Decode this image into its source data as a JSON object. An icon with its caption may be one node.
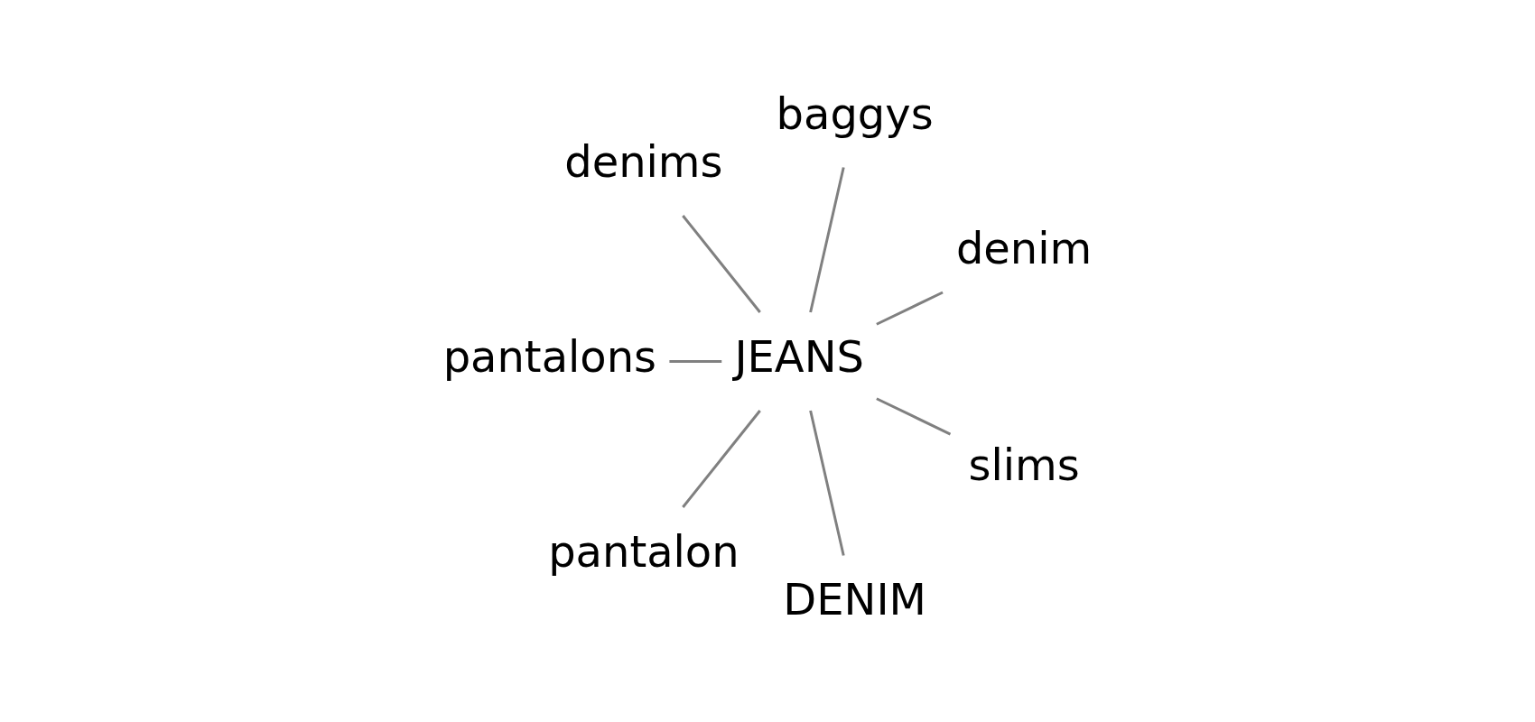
{
  "diagram": {
    "nodes": [
      {
        "text": [
          "denim"
        ]
      },
      {
        "text": [
          "baggys"
        ]
      },
      {
        "text": [
          "denims"
        ]
      },
      {
        "text": [
          "pantalons"
        ]
      },
      {
        "text": [
          "JEANS"
        ]
      },
      {
        "text": [
          "pantalon"
        ]
      },
      {
        "text": [
          "DENIM"
        ]
      },
      {
        "text": [
          "slims"
        ]
      }
    ],
    "edges": [
      {
        "from": 4,
        "to": 0,
        "arrow": "none"
      },
      {
        "from": 4,
        "to": 1,
        "arrow": "none"
      },
      {
        "from": 4,
        "to": 2,
        "arrow": "none"
      },
      {
        "from": 4,
        "to": 3,
        "arrow": "none"
      },
      {
        "from": 4,
        "to": 5,
        "arrow": "none"
      },
      {
        "from": 4,
        "to": 6,
        "arrow": "none"
      },
      {
        "from": 4,
        "to": 7,
        "arrow": "none"
      }
    ]
  }
}
